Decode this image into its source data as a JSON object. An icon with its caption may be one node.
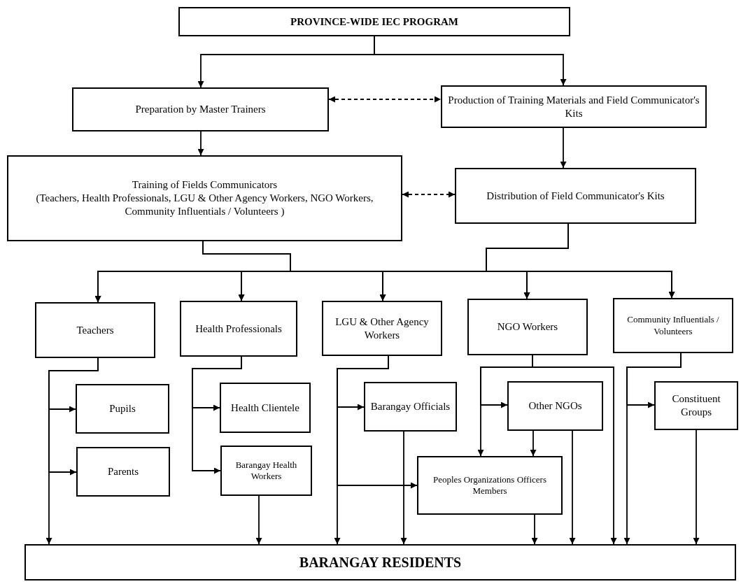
{
  "diagram": {
    "nodes": [
      {
        "text": [
          "PROVINCE-WIDE IEC PROGRAM"
        ]
      },
      {
        "text": [
          "Preparation by Master Trainers"
        ]
      },
      {
        "text": [
          "Production of Training Materials and Field Communicator's Kits"
        ]
      },
      {
        "text": [
          "Training of Fields Communicators",
          "(Teachers, Health Professionals, LGU & Other Agency Workers, NGO Workers, Community Influentials / Volunteers )"
        ]
      },
      {
        "text": [
          "Distribution of Field Communicator's Kits"
        ]
      },
      {
        "text": [
          "Teachers"
        ]
      },
      {
        "text": [
          "Health Professionals"
        ]
      },
      {
        "text": [
          "LGU & Other Agency Workers"
        ]
      },
      {
        "text": [
          "NGO Workers"
        ]
      },
      {
        "text": [
          "Community Influentials / Volunteers"
        ]
      },
      {
        "text": [
          "Pupils"
        ]
      },
      {
        "text": [
          "Parents"
        ]
      },
      {
        "text": [
          "Health Clientele"
        ]
      },
      {
        "text": [
          "Barangay Health Workers"
        ]
      },
      {
        "text": [
          "Barangay Officials"
        ]
      },
      {
        "text": [
          "Other NGOs"
        ]
      },
      {
        "text": [
          "Peoples Organizations Officers Members"
        ]
      },
      {
        "text": [
          "Constituent Groups"
        ]
      },
      {
        "text": [
          "BARANGAY RESIDENTS"
        ]
      }
    ],
    "edges": [
      {
        "from": 0,
        "to": 1,
        "arrow": "to"
      },
      {
        "from": 0,
        "to": 2,
        "arrow": "to"
      },
      {
        "from": 1,
        "to": 2,
        "arrow": "both",
        "style": "dashed"
      },
      {
        "from": 1,
        "to": 3,
        "arrow": "to"
      },
      {
        "from": 2,
        "to": 4,
        "arrow": "to"
      },
      {
        "from": 3,
        "to": 4,
        "arrow": "both",
        "style": "dashed"
      },
      {
        "from": 3,
        "to": 5,
        "arrow": "to"
      },
      {
        "from": 3,
        "to": 6,
        "arrow": "to"
      },
      {
        "from": 3,
        "to": 7,
        "arrow": "to"
      },
      {
        "from": 3,
        "to": 8,
        "arrow": "to"
      },
      {
        "from": 3,
        "to": 9,
        "arrow": "to"
      },
      {
        "from": 4,
        "to": 5,
        "arrow": "to"
      },
      {
        "from": 4,
        "to": 6,
        "arrow": "to"
      },
      {
        "from": 4,
        "to": 7,
        "arrow": "to"
      },
      {
        "from": 4,
        "to": 8,
        "arrow": "to"
      },
      {
        "from": 4,
        "to": 9,
        "arrow": "to"
      },
      {
        "from": 5,
        "to": 10,
        "arrow": "to"
      },
      {
        "from": 5,
        "to": 11,
        "arrow": "to"
      },
      {
        "from": 5,
        "to": 18,
        "arrow": "to"
      },
      {
        "from": 6,
        "to": 12,
        "arrow": "to"
      },
      {
        "from": 6,
        "to": 13,
        "arrow": "to"
      },
      {
        "from": 13,
        "to": 18,
        "arrow": "to"
      },
      {
        "from": 7,
        "to": 14,
        "arrow": "to"
      },
      {
        "from": 7,
        "to": 16,
        "arrow": "to"
      },
      {
        "from": 7,
        "to": 18,
        "arrow": "to"
      },
      {
        "from": 14,
        "to": 18,
        "arrow": "to"
      },
      {
        "from": 8,
        "to": 15,
        "arrow": "to"
      },
      {
        "from": 8,
        "to": 16,
        "arrow": "to"
      },
      {
        "from": 8,
        "to": 18,
        "arrow": "to"
      },
      {
        "from": 15,
        "to": 16,
        "arrow": "to"
      },
      {
        "from": 15,
        "to": 18,
        "arrow": "to"
      },
      {
        "from": 16,
        "to": 18,
        "arrow": "to"
      },
      {
        "from": 9,
        "to": 17,
        "arrow": "to"
      },
      {
        "from": 9,
        "to": 18,
        "arrow": "to"
      },
      {
        "from": 17,
        "to": 18,
        "arrow": "to"
      }
    ]
  }
}
